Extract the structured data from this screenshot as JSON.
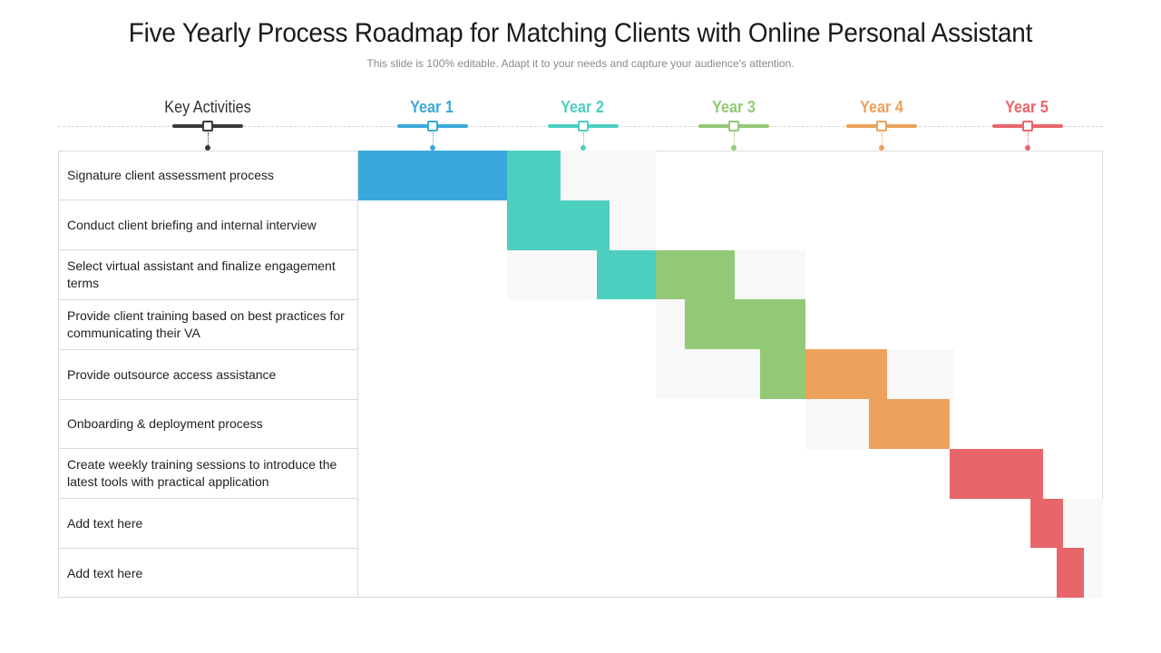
{
  "title": "Five Yearly Process Roadmap for Matching Clients with Online Personal Assistant",
  "subtitle": "This slide is 100% editable. Adapt it to your needs and capture your audience's attention.",
  "header": {
    "key_label": "Key Activities",
    "key_color": "#3a3a3a",
    "years": [
      {
        "label": "Year 1",
        "color": "#3ba8db"
      },
      {
        "label": "Year 2",
        "color": "#4dcfc0"
      },
      {
        "label": "Year 3",
        "color": "#93c976"
      },
      {
        "label": "Year 4",
        "color": "#eca25c"
      },
      {
        "label": "Year 5",
        "color": "#e8656a"
      }
    ]
  },
  "activities": [
    "Signature client assessment process",
    "Conduct client briefing and internal interview",
    "Select virtual assistant and finalize engagement terms",
    "Provide client training based on best practices for communicating  their VA",
    "Provide outsource access assistance",
    "Onboarding & deployment process",
    "Create weekly training sessions to introduce the latest tools with practical application",
    "Add text here",
    "Add text here"
  ],
  "chart_data": {
    "type": "gantt",
    "time_unit": "year",
    "time_range": [
      0,
      5
    ],
    "tasks": [
      {
        "row": 0,
        "start": 0.0,
        "end": 1.0,
        "year": 1
      },
      {
        "row": 0,
        "start": 1.0,
        "end": 1.36,
        "year": 2
      },
      {
        "row": 1,
        "start": 1.0,
        "end": 1.69,
        "year": 2
      },
      {
        "row": 2,
        "start": 1.6,
        "end": 2.0,
        "year": 2
      },
      {
        "row": 2,
        "start": 2.0,
        "end": 2.53,
        "year": 3
      },
      {
        "row": 3,
        "start": 2.19,
        "end": 3.0,
        "year": 3
      },
      {
        "row": 4,
        "start": 2.7,
        "end": 3.0,
        "year": 3
      },
      {
        "row": 4,
        "start": 3.0,
        "end": 3.55,
        "year": 4
      },
      {
        "row": 5,
        "start": 3.43,
        "end": 3.97,
        "year": 4
      },
      {
        "row": 6,
        "start": 3.97,
        "end": 4.6,
        "year": 5
      },
      {
        "row": 7,
        "start": 4.51,
        "end": 4.73,
        "year": 5
      },
      {
        "row": 8,
        "start": 4.69,
        "end": 4.87,
        "year": 5
      }
    ],
    "shaded": [
      {
        "row": 0,
        "start": 1.36,
        "end": 2.0
      },
      {
        "row": 1,
        "start": 1.69,
        "end": 2.0
      },
      {
        "row": 2,
        "start": 1.0,
        "end": 1.6
      },
      {
        "row": 2,
        "start": 2.53,
        "end": 3.0
      },
      {
        "row": 3,
        "start": 2.0,
        "end": 2.19
      },
      {
        "row": 4,
        "start": 2.0,
        "end": 2.7
      },
      {
        "row": 4,
        "start": 3.55,
        "end": 4.0
      },
      {
        "row": 5,
        "start": 3.0,
        "end": 3.43
      },
      {
        "row": 7,
        "start": 4.73,
        "end": 5.0
      },
      {
        "row": 8,
        "start": 4.87,
        "end": 5.0
      }
    ]
  }
}
